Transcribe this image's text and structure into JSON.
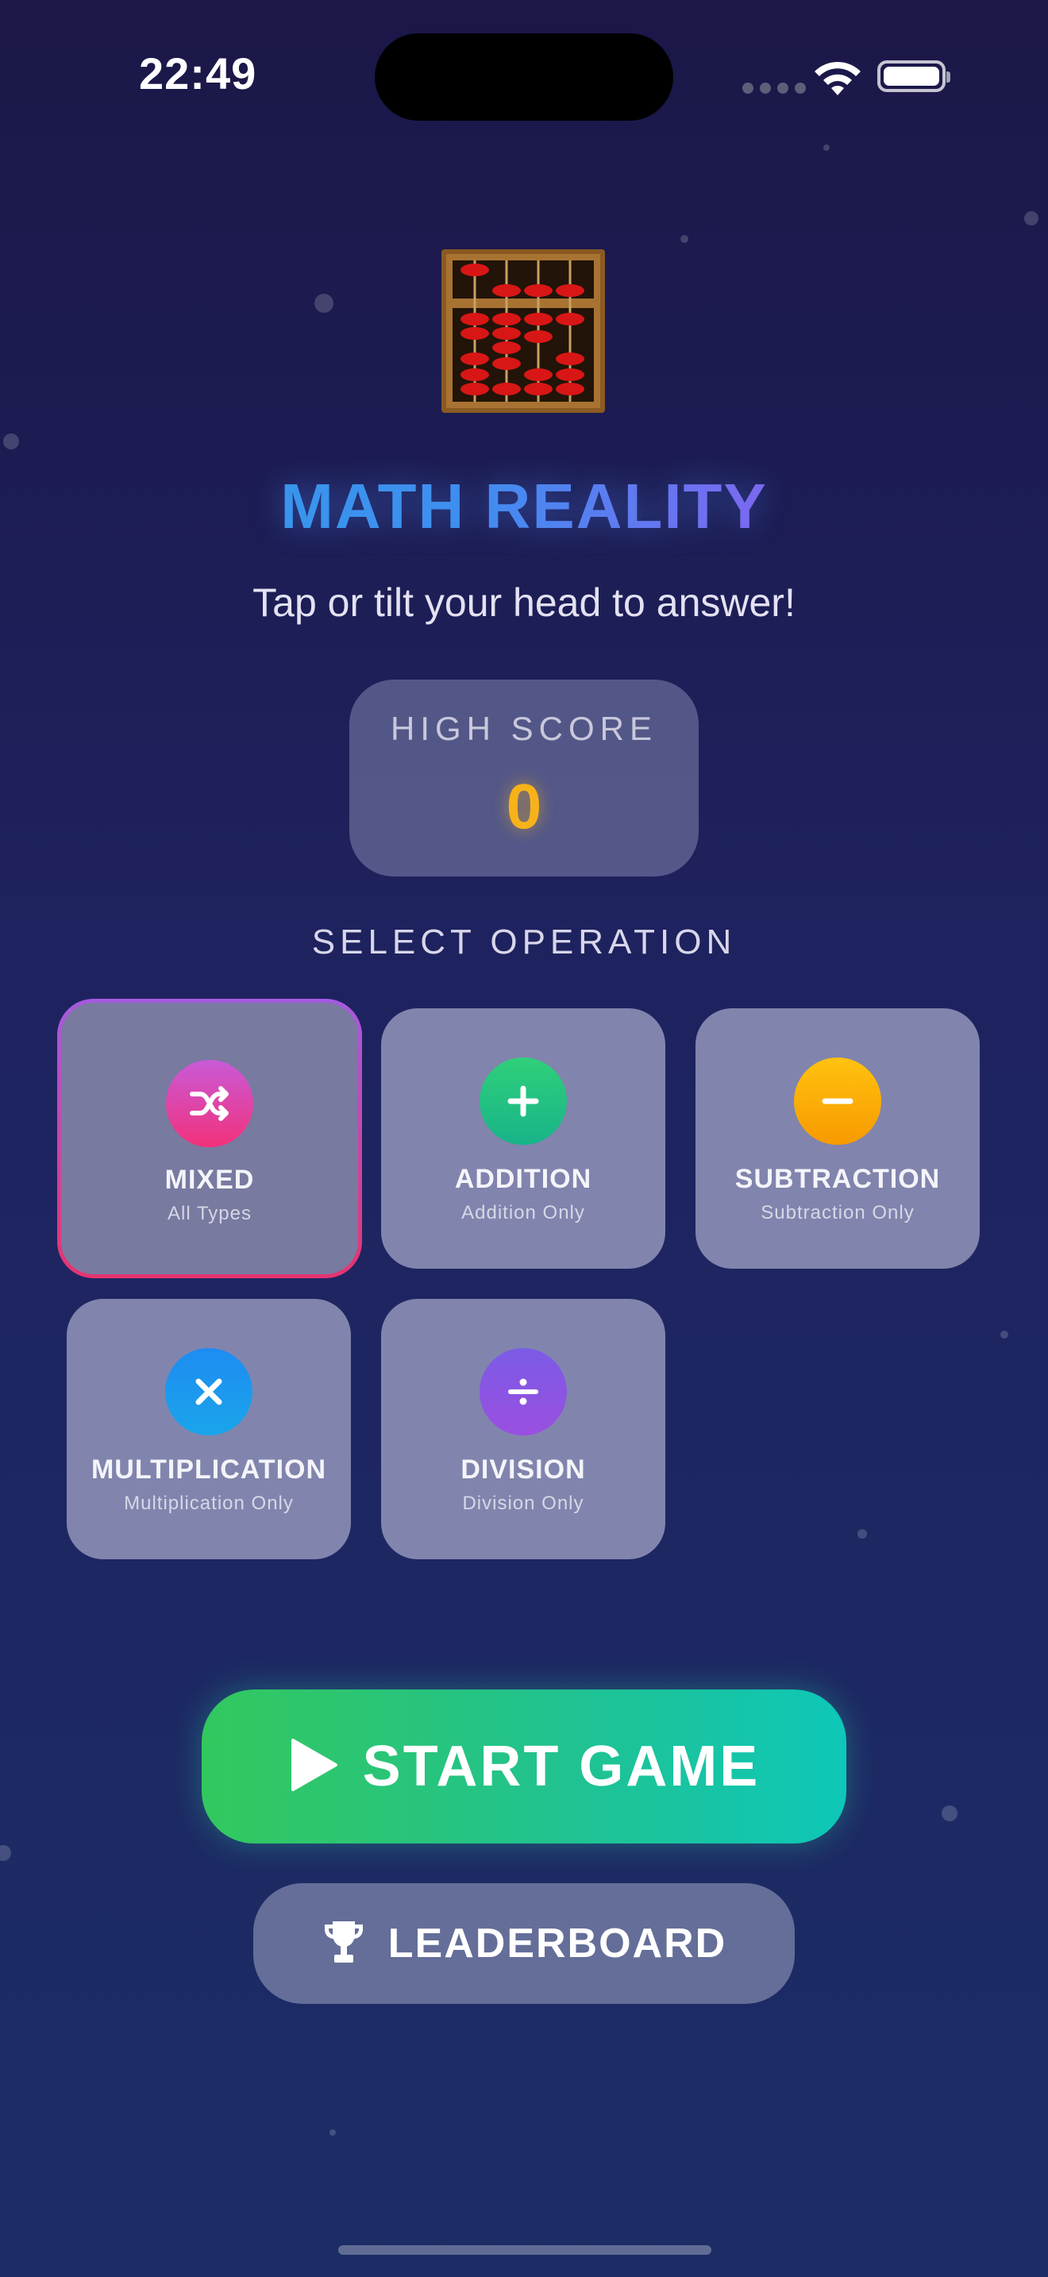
{
  "status_bar": {
    "time": "22:49"
  },
  "app": {
    "title": "MATH REALITY",
    "subtitle": "Tap or tilt your head to answer!",
    "logo_icon": "abacus-icon"
  },
  "high_score": {
    "label": "HIGH SCORE",
    "value": "0",
    "value_color": "#f7b21a"
  },
  "operations": {
    "section_label": "SELECT OPERATION",
    "selected": "mixed",
    "items": [
      {
        "name": "MIXED",
        "desc": "All Types",
        "icon": "shuffle-icon",
        "colors": [
          "#c95ad8",
          "#f2317a"
        ]
      },
      {
        "name": "ADDITION",
        "desc": "Addition Only",
        "icon": "plus-icon",
        "colors": [
          "#2fd07a",
          "#18b389"
        ]
      },
      {
        "name": "SUBTRACTION",
        "desc": "Subtraction Only",
        "icon": "minus-icon",
        "colors": [
          "#ffc20f",
          "#f89a00"
        ]
      },
      {
        "name": "MULTIPLICATION",
        "desc": "Multiplication Only",
        "icon": "multiply-icon",
        "colors": [
          "#1e8cf2",
          "#1aa5ea"
        ]
      },
      {
        "name": "DIVISION",
        "desc": "Division Only",
        "icon": "divide-icon",
        "colors": [
          "#7b5be6",
          "#9a4fe0"
        ]
      }
    ]
  },
  "buttons": {
    "start": {
      "label": "START GAME",
      "icon": "play-icon"
    },
    "leaderboard": {
      "label": "LEADERBOARD",
      "icon": "trophy-icon"
    }
  }
}
